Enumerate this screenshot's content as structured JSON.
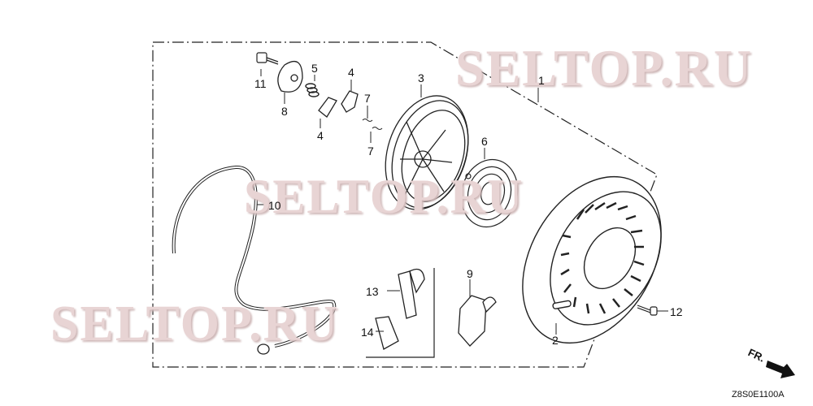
{
  "diagram": {
    "watermarks": [
      "SELTOP.RU",
      "SELTOP.RU",
      "SELTOP.RU"
    ],
    "drawing_code": "Z8S0E1100A",
    "direction_label": "FR.",
    "callouts": [
      {
        "id": "1",
        "part": "recoil-starter-assembly"
      },
      {
        "id": "2",
        "part": "starter-case"
      },
      {
        "id": "3",
        "part": "reel"
      },
      {
        "id": "4",
        "part": "ratchet"
      },
      {
        "id": "4b",
        "label": "4",
        "part": "ratchet"
      },
      {
        "id": "5",
        "part": "ratchet-spring"
      },
      {
        "id": "6",
        "part": "recoil-spring"
      },
      {
        "id": "7",
        "part": "ratchet-return-spring"
      },
      {
        "id": "7b",
        "label": "7",
        "part": "ratchet-return-spring"
      },
      {
        "id": "8",
        "part": "ratchet-guide"
      },
      {
        "id": "9",
        "part": "starter-grip"
      },
      {
        "id": "10",
        "part": "starter-rope"
      },
      {
        "id": "11",
        "part": "setting-bolt"
      },
      {
        "id": "12",
        "part": "flange-bolt"
      },
      {
        "id": "13",
        "part": "starter-grip-alt"
      },
      {
        "id": "14",
        "part": "grip-insert"
      }
    ]
  }
}
